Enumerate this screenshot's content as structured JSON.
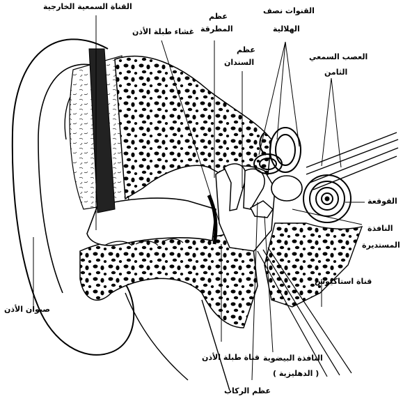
{
  "labels": {
    "external_canal": "القناة السمعية الخارجية",
    "eardrum": "غشاء طبلة الأذن",
    "malleus_1": "عظم",
    "malleus_2": "المطرقة",
    "incus_1": "عظم",
    "incus_2": "السندان",
    "canals_1": "القنوات نصف",
    "canals_2": "الهلالية",
    "nerve_1": "العصب السمعي",
    "nerve_2": "الثامن",
    "cochlea": "القوقعة",
    "round_window_1": "النافذة",
    "round_window_2": "المستديرة",
    "eustachian": "قناة استاكيوس",
    "auricle": "صيوان الأذن",
    "tympanic_canal": "قناة طبلة الأذن",
    "oval_window_1": "النافذة البيضوية",
    "oval_window_2": "( الدهليزية )",
    "stapes": "عظم الركاب"
  },
  "colors": {
    "ink": "#000000",
    "paper": "#ffffff"
  }
}
